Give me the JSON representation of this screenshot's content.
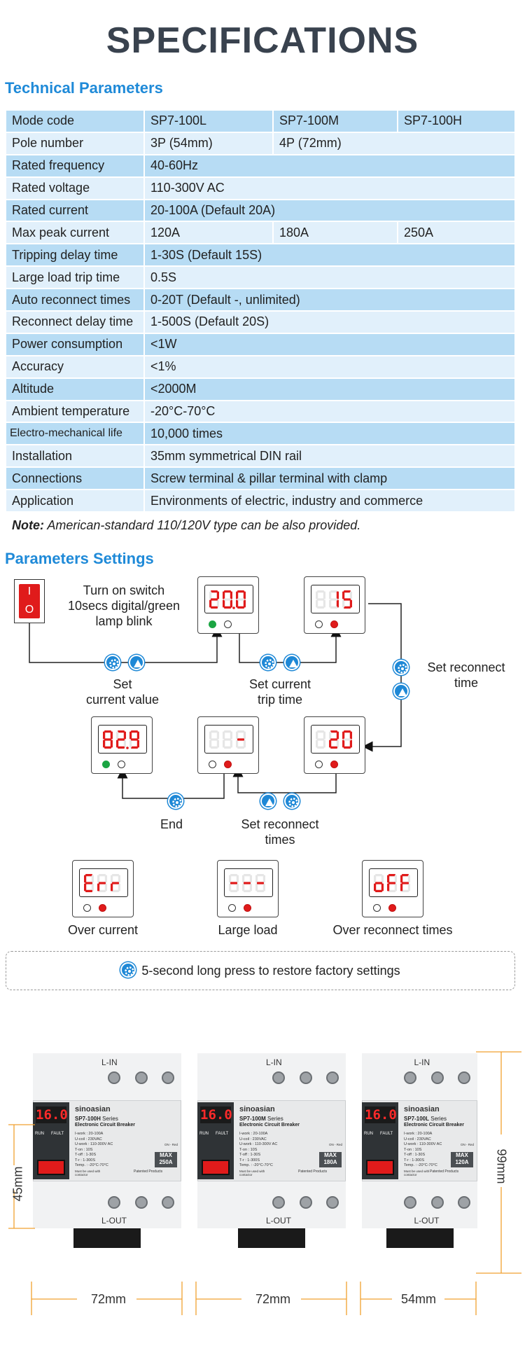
{
  "title": "SPECIFICATIONS",
  "technical_parameters": {
    "heading": "Technical Parameters",
    "rows": [
      {
        "label": "Mode code",
        "values": [
          "SP7-100L",
          "SP7-100M",
          "SP7-100H"
        ]
      },
      {
        "label": "Pole number",
        "values": [
          "3P (54mm)",
          "4P (72mm)"
        ]
      },
      {
        "label": "Rated frequency",
        "values": [
          "40-60Hz"
        ]
      },
      {
        "label": "Rated voltage",
        "values": [
          "110-300V AC"
        ]
      },
      {
        "label": "Rated current",
        "values": [
          "20-100A (Default 20A)"
        ]
      },
      {
        "label": "Max peak current",
        "values": [
          "120A",
          "180A",
          "250A"
        ]
      },
      {
        "label": "Tripping delay time",
        "values": [
          "1-30S (Default 15S)"
        ]
      },
      {
        "label": "Large load trip time",
        "values": [
          "0.5S"
        ]
      },
      {
        "label": "Auto reconnect times",
        "values": [
          "0-20T (Default -, unlimited)"
        ]
      },
      {
        "label": "Reconnect delay time",
        "values": [
          "1-500S (Default 20S)"
        ]
      },
      {
        "label": "Power consumption",
        "values": [
          "<1W"
        ]
      },
      {
        "label": "Accuracy",
        "values": [
          "<1%"
        ]
      },
      {
        "label": "Altitude",
        "values": [
          "<2000M"
        ]
      },
      {
        "label": "Ambient temperature",
        "values": [
          "-20°C-70°C"
        ]
      },
      {
        "label": "Electro-mechanical life",
        "values": [
          "10,000 times"
        ]
      },
      {
        "label": "Installation",
        "values": [
          "35mm symmetrical DIN rail"
        ]
      },
      {
        "label": "Connections",
        "values": [
          "Screw terminal & pillar terminal with clamp"
        ]
      },
      {
        "label": "Application",
        "values": [
          "Environments of electric, industry and commerce"
        ]
      }
    ],
    "note_label": "Note:",
    "note_text": " American-standard 110/120V type can be also provided."
  },
  "parameter_settings": {
    "heading": "Parameters Settings",
    "switch_on": "I",
    "switch_off": "O",
    "step_turn_on": "Turn on switch\n10secs digital/green\nlamp blink",
    "step_set_current": "Set\ncurrent value",
    "step_set_trip": "Set current\ntrip time",
    "step_set_reconnect_time": "Set reconnect\ntime",
    "step_set_reconnect_times": "Set reconnect\ntimes",
    "step_end": "End",
    "displays": {
      "d1": "20.0",
      "d2": "15",
      "d3": "82.9",
      "d4": "-",
      "d5": "20",
      "d6": "Err",
      "d7": "---",
      "d8": "oFF"
    },
    "fault_over_current": "Over current",
    "fault_large_load": "Large load",
    "fault_over_reconnect": "Over reconnect times",
    "factory_reset": "5-second long press to restore factory settings"
  },
  "products": {
    "brand": "sinoasian",
    "subtitle": "Electronic Circuit Breaker",
    "lin": "L-IN",
    "lout": "L-OUT",
    "items": [
      {
        "model": "SP7-100H",
        "series": "Series",
        "max": "MAX\n250A",
        "width": "72mm"
      },
      {
        "model": "SP7-100M",
        "series": "Series",
        "max": "MAX\n180A",
        "width": "72mm"
      },
      {
        "model": "SP7-100L",
        "series": "Series",
        "max": "MAX\n120A",
        "width": "54mm"
      }
    ],
    "display": "16.0",
    "run": "RUN",
    "fault": "FAULT",
    "spec_lines": [
      "I-work : 20-100A",
      "U-coil : 230VAC",
      "U-work : 110-300V AC",
      "T-on : 10S",
      "T-off : 1-30S",
      "T-r : 1-300S",
      "Temp. : -20°C-70°C"
    ],
    "on_red": "ON - Red",
    "contactor_note": "Must be used with contactor",
    "patented": "Patented Products",
    "height_left": "45mm",
    "height_right": "99mm"
  },
  "colors": {
    "accent": "#1f8ad8",
    "title": "#39424e",
    "row_dark": "#b7dcf4",
    "row_light": "#e1f0fb",
    "segment_red": "#e01b1b"
  }
}
